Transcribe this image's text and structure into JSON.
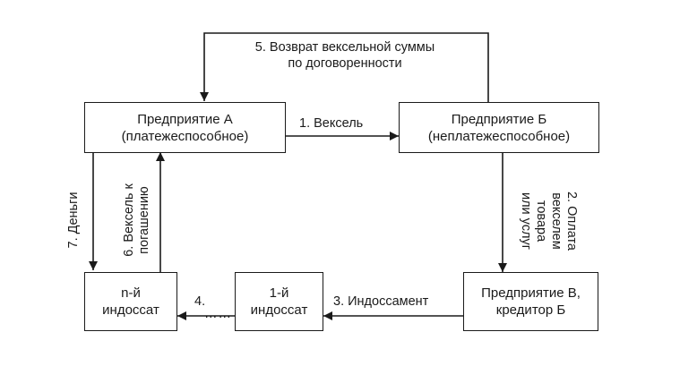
{
  "boxes": {
    "enterprise_a": {
      "line1": "Предприятие А",
      "line2": "(платежеспособное)"
    },
    "enterprise_b": {
      "line1": "Предприятие Б",
      "line2": "(неплатежеспособное)"
    },
    "enterprise_c": {
      "line1": "Предприятие В,",
      "line2": "кредитор Б"
    },
    "first_endorsee": {
      "line1": "1-й",
      "line2": "индоссат"
    },
    "nth_endorsee": {
      "line1": "n-й",
      "line2": "индоссат"
    }
  },
  "arrows": {
    "bill": "1. Вексель",
    "payment_by_bill": {
      "line1": "2. Оплата",
      "line2": "векселем",
      "line3": "товара",
      "line4": "или услуг"
    },
    "endorsement": "3. Индоссамент",
    "step4": "4.",
    "dots": "……",
    "return_sum": {
      "line1": "5. Возврат вексельной суммы",
      "line2": "по договоренности"
    },
    "bill_to_redeem": {
      "line1": "6. Вексель к",
      "line2": "погашению"
    },
    "money": "7. Деньги"
  },
  "colors": {
    "line": "#1a1a1a",
    "background": "#ffffff"
  }
}
